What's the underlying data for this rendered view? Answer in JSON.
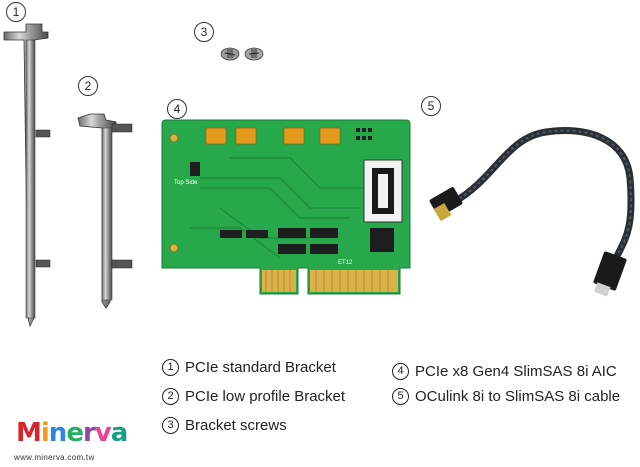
{
  "callouts": [
    "1",
    "2",
    "3",
    "4",
    "5"
  ],
  "legend": [
    {
      "num": "1",
      "text": "PCIe standard Bracket"
    },
    {
      "num": "2",
      "text": "PCIe low profile Bracket"
    },
    {
      "num": "3",
      "text": "Bracket screws"
    },
    {
      "num": "4",
      "text": "PCIe x8 Gen4 SlimSAS 8i AIC"
    },
    {
      "num": "5",
      "text": "OCulink 8i to SlimSAS 8i cable"
    }
  ],
  "board": {
    "side_label": "Top Side",
    "part_label": "ET12"
  },
  "brand": {
    "logo_letters": [
      "M",
      "i",
      "n",
      "e",
      "r",
      "v",
      "a"
    ],
    "logo_colors": [
      "#d6262b",
      "#f39c12",
      "#2e86de",
      "#27ae60",
      "#8e44ad",
      "#e84393",
      "#16a085"
    ],
    "url": "www.minerva.com.tw"
  }
}
